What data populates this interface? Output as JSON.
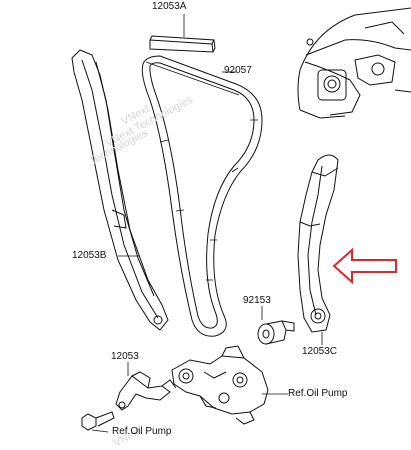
{
  "labels": {
    "chain_guide_top": "12053A",
    "chain": "92057",
    "chain_guide_left": "12053B",
    "bolt": "92153",
    "tensioner_guide": "12053C",
    "bracket": "12053",
    "oil_pump_right": "Ref.Oil Pump",
    "oil_pump_bottom": "Ref.Oil Pump"
  },
  "watermark": {
    "line1": "VNext",
    "line2": "VNext Technologies",
    "line3": "Technologies",
    "line4": "VNext"
  },
  "colors": {
    "line": "#111111",
    "arrow": "#e8242b",
    "watermark": "#d6d6d6"
  }
}
